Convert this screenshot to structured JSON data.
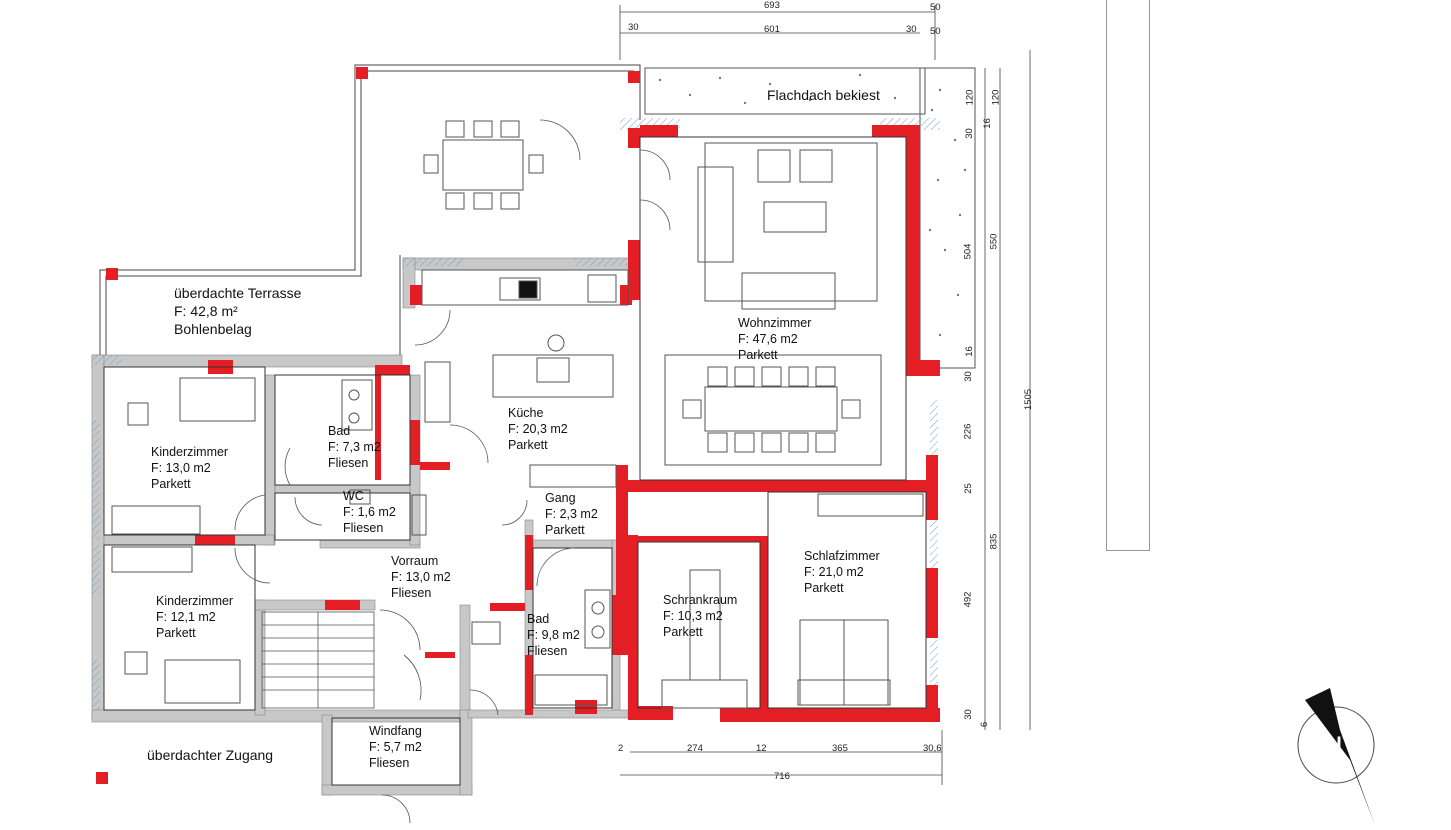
{
  "rooms": {
    "terrace": {
      "name": "überdachte Terrasse",
      "area": "F: 42,8 m²",
      "floor": "Bohlenbelag"
    },
    "roof": {
      "name": "Flachdach bekiest"
    },
    "living": {
      "name": "Wohnzimmer",
      "area": "F: 47,6 m2",
      "floor": "Parkett"
    },
    "kitchen": {
      "name": "Küche",
      "area": "F: 20,3 m2",
      "floor": "Parkett"
    },
    "kid1": {
      "name": "Kinderzimmer",
      "area": "F: 13,0 m2",
      "floor": "Parkett"
    },
    "bath1": {
      "name": "Bad",
      "area": "F: 7,3 m2",
      "floor": "Fliesen"
    },
    "wc": {
      "name": "WC",
      "area": "F: 1,6 m2",
      "floor": "Fliesen"
    },
    "hall": {
      "name": "Gang",
      "area": "F: 2,3 m2",
      "floor": "Parkett"
    },
    "bedroom": {
      "name": "Schlafzimmer",
      "area": "F: 21,0 m2",
      "floor": "Parkett"
    },
    "foyer": {
      "name": "Vorraum",
      "area": "F: 13,0 m2",
      "floor": "Fliesen"
    },
    "kid2": {
      "name": "Kinderzimmer",
      "area": "F: 12,1 m2",
      "floor": "Parkett"
    },
    "closet": {
      "name": "Schrankraum",
      "area": "F: 10,3 m2",
      "floor": "Parkett"
    },
    "bath2": {
      "name": "Bad",
      "area": "F: 9,8 m2",
      "floor": "Fliesen"
    },
    "windfang": {
      "name": "Windfang",
      "area": "F: 5,7 m2",
      "floor": "Fliesen"
    },
    "entrance": {
      "name": "überdachter Zugang"
    }
  },
  "dimensions": {
    "top_total": "693",
    "top_right_a": "50",
    "top_left_offset": "30",
    "top_inner": "601",
    "top_30": "30",
    "top_50": "50",
    "right_120a": "120",
    "right_120b": "120",
    "right_30": "30",
    "right_16": "16",
    "right_504": "504",
    "right_550": "550",
    "right_16b": "16",
    "right_30b": "30",
    "right_1505": "1505",
    "right_226": "226",
    "right_25": "25",
    "right_835": "835",
    "right_492": "492",
    "right_30c": "30",
    "right_6": "6",
    "bottom_2": "2",
    "bottom_274": "274",
    "bottom_12": "12",
    "bottom_365": "365",
    "bottom_30_6": "30,6",
    "bottom_total": "716"
  },
  "colors": {
    "wall_concrete": "#e31e24",
    "wall_gray": "#c8c8c8",
    "line": "#333333"
  }
}
